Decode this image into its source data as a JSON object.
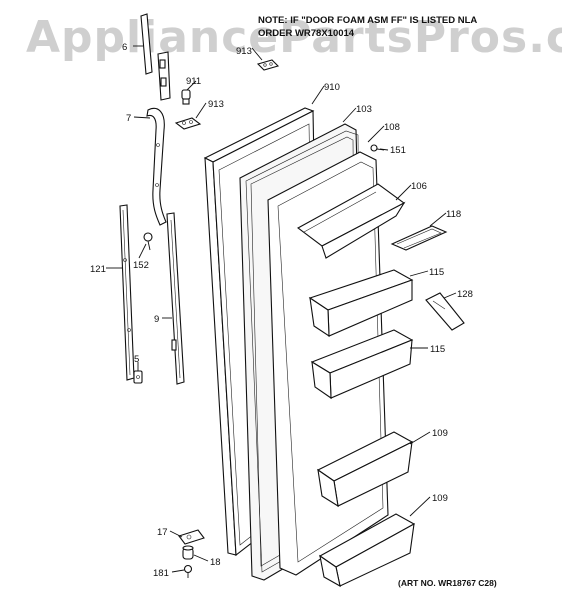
{
  "watermark": "AppliancePartsPros.com",
  "note": {
    "line1": "NOTE: IF \"DOOR FOAM ASM FF\" IS LISTED NLA",
    "line2": "ORDER WR78X10014"
  },
  "art_number": "(ART NO. WR18767 C28)",
  "callouts": {
    "c6": "6",
    "c913a": "913",
    "c911": "911",
    "c913b": "913",
    "c7": "7",
    "c910": "910",
    "c103": "103",
    "c108": "108",
    "c151": "151",
    "c106": "106",
    "c118": "118",
    "c152": "152",
    "c121": "121",
    "c115a": "115",
    "c128": "128",
    "c9": "9",
    "c115b": "115",
    "c5": "5",
    "c109a": "109",
    "c109b": "109",
    "c17": "17",
    "c18": "18",
    "c181": "181"
  }
}
